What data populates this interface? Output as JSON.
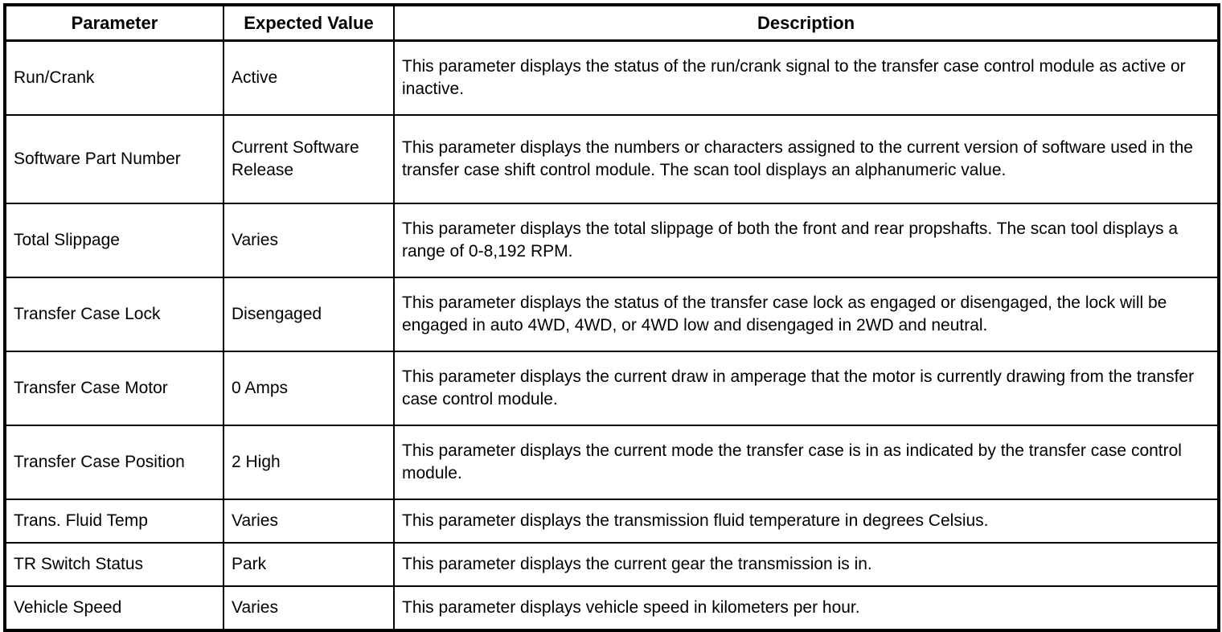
{
  "table": {
    "columns": [
      {
        "key": "parameter",
        "label": "Parameter"
      },
      {
        "key": "expected_value",
        "label": "Expected Value"
      },
      {
        "key": "description",
        "label": "Description"
      }
    ],
    "rows": [
      {
        "parameter": "Run/Crank",
        "expected_value": "Active",
        "description": "This parameter displays the status of the run/crank signal to the transfer case control module as active or inactive."
      },
      {
        "parameter": "Software Part Number",
        "expected_value": "Current Software Release",
        "description": "This parameter displays the numbers or characters assigned to the current version of software used in the transfer case shift control module. The scan tool displays an alphanumeric value."
      },
      {
        "parameter": "Total Slippage",
        "expected_value": "Varies",
        "description": "This parameter displays the total slippage of both the front and rear propshafts. The scan tool displays a range of 0-8,192 RPM."
      },
      {
        "parameter": "Transfer Case Lock",
        "expected_value": "Disengaged",
        "description": "This parameter displays the status of the transfer case lock as engaged or disengaged, the lock will be engaged in auto 4WD, 4WD, or 4WD low and disengaged in 2WD and neutral."
      },
      {
        "parameter": "Transfer Case Motor",
        "expected_value": "0 Amps",
        "description": "This parameter displays the current draw in amperage that the motor is currently drawing from the transfer case control module."
      },
      {
        "parameter": "Transfer Case Position",
        "expected_value": "2 High",
        "description": "This parameter displays the current mode the transfer case is in as indicated by the transfer case control module."
      },
      {
        "parameter": "Trans. Fluid Temp",
        "expected_value": "Varies",
        "description": "This parameter displays the transmission fluid temperature in degrees Celsius."
      },
      {
        "parameter": "TR Switch Status",
        "expected_value": "Park",
        "description": "This parameter displays the current gear the transmission is in."
      },
      {
        "parameter": "Vehicle Speed",
        "expected_value": "Varies",
        "description": "This parameter displays vehicle speed in kilometers per hour."
      }
    ]
  },
  "colors": {
    "border": "#000000",
    "background": "#ffffff",
    "text": "#000000"
  }
}
